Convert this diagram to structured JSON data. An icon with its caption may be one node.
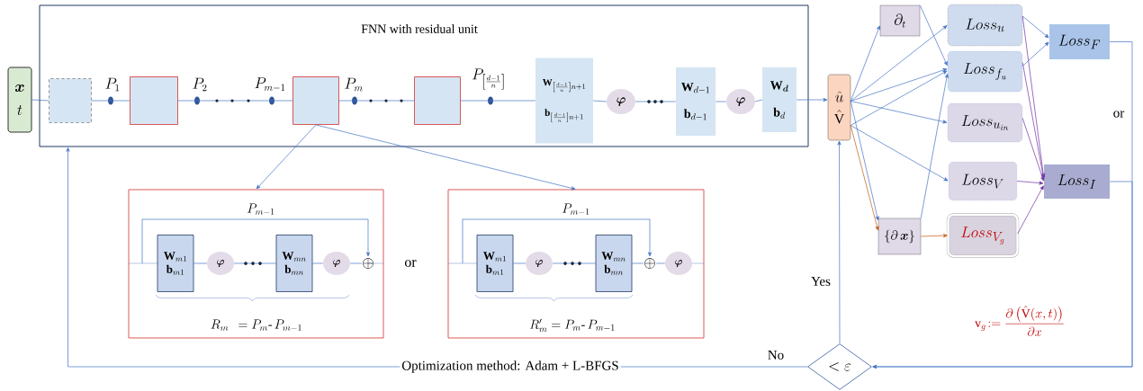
{
  "diagram": {
    "nodes": [
      {
        "text": [
          "\\boldsymbol{x}",
          "t"
        ]
      },
      {
        "text": [
          "FNN with residual unit"
        ]
      },
      {
        "text": [],
        "shape": "box",
        "in": 1
      },
      {
        "text": [],
        "shape": "box",
        "in": 1
      },
      {
        "text": [],
        "shape": "box",
        "in": 1
      },
      {
        "text": [],
        "shape": "box",
        "in": 1
      },
      {
        "text": [
          "\\mathbf{W}_{\\left[\\frac{d-1}{n}\\right]n+1}",
          "\\mathbf{b}_{\\left[\\frac{d-1}{n}\\right]n+1}"
        ],
        "in": 1
      },
      {
        "text": [
          "\\boldsymbol{\\varphi}"
        ],
        "in": 1
      },
      {
        "text": [
          "\\mathbf{W}_{d-1}",
          "\\mathbf{b}_{d-1}"
        ],
        "in": 1
      },
      {
        "text": [
          "\\boldsymbol{\\varphi}"
        ],
        "in": 1
      },
      {
        "text": [
          "\\mathbf{W}_{\\boldsymbol{d}}",
          "\\mathbf{b}_{d}"
        ],
        "in": 1
      },
      {
        "text": [
          "\\hat{u}",
          "\\hat{\\mathrm{V}}"
        ]
      },
      {
        "text": [
          "\\partial_{t}"
        ]
      },
      {
        "text": [
          "Loss_{u}"
        ]
      },
      {
        "text": [
          "Loss_{f_{u}}"
        ]
      },
      {
        "text": [
          "Loss_{u_{in}}"
        ]
      },
      {
        "text": [
          "Loss_{V}"
        ]
      },
      {
        "text": [
          "Loss_{V_{g}}"
        ]
      },
      {
        "text": [
          "\\{\\partial\\,\\boldsymbol{x}\\}"
        ]
      },
      {
        "text": [
          "Loss_{F}"
        ]
      },
      {
        "text": [
          "Loss_{I}"
        ]
      },
      {
        "text": [
          "<\\varepsilon"
        ]
      },
      {
        "text": [],
        "shape": "box"
      },
      {
        "text": [
          "\\mathbf{W}_{m1}",
          "\\mathbf{b}_{m1}"
        ],
        "in": 22
      },
      {
        "text": [
          "\\boldsymbol{\\varphi}"
        ],
        "in": 22
      },
      {
        "text": [
          "\\mathbf{W}_{mn}",
          "\\mathbf{b}_{mn}"
        ],
        "in": 22
      },
      {
        "text": [
          "\\boldsymbol{\\varphi}"
        ],
        "in": 22
      },
      {
        "text": [
          "\\oplus"
        ],
        "in": 22
      },
      {
        "text": [],
        "shape": "box"
      },
      {
        "text": [
          "\\mathbf{W}_{m1}",
          "\\mathbf{b}_{m1}"
        ],
        "in": 28
      },
      {
        "text": [
          "\\boldsymbol{\\varphi}"
        ],
        "in": 28
      },
      {
        "text": [
          "\\mathbf{W}_{mn}",
          "\\mathbf{b}_{mn}"
        ],
        "in": 28
      },
      {
        "text": [
          "\\oplus"
        ],
        "in": 28
      },
      {
        "text": [
          "\\boldsymbol{\\varphi}"
        ],
        "in": 28
      }
    ],
    "edges": [
      {
        "from": 0,
        "to": 2,
        "arrow": "none"
      },
      {
        "from": 2,
        "to": 3,
        "arrow": "none"
      },
      {
        "from": 3,
        "to": 4,
        "arrow": "none"
      },
      {
        "from": 4,
        "to": 5,
        "arrow": "none"
      },
      {
        "from": 5,
        "to": 6,
        "arrow": "none"
      },
      {
        "from": 6,
        "to": 7,
        "arrow": "none"
      },
      {
        "from": 7,
        "to": 8,
        "arrow": "none"
      },
      {
        "from": 8,
        "to": 9,
        "arrow": "none"
      },
      {
        "from": 9,
        "to": 10,
        "arrow": "none"
      },
      {
        "from": 10,
        "to": 11,
        "arrow": "to"
      },
      {
        "from": 4,
        "to": 22,
        "arrow": "to"
      },
      {
        "from": 4,
        "to": 28,
        "arrow": "to"
      },
      {
        "from": 11,
        "to": 12,
        "arrow": "to"
      },
      {
        "from": 11,
        "to": 13,
        "arrow": "to"
      },
      {
        "from": 11,
        "to": 14,
        "arrow": "to"
      },
      {
        "from": 11,
        "to": 14,
        "arrow": "to"
      },
      {
        "from": 12,
        "to": 14,
        "arrow": "to"
      },
      {
        "from": 18,
        "to": 14,
        "arrow": "to"
      },
      {
        "from": 11,
        "to": 15,
        "arrow": "to"
      },
      {
        "from": 11,
        "to": 16,
        "arrow": "to"
      },
      {
        "from": 11,
        "to": 18,
        "arrow": "to"
      },
      {
        "from": 11,
        "to": 18,
        "arrow": "to",
        "color": "#c55a11"
      },
      {
        "from": 18,
        "to": 17,
        "arrow": "to",
        "color": "#c55a11"
      },
      {
        "from": 13,
        "to": 19,
        "arrow": "to"
      },
      {
        "from": 14,
        "to": 19,
        "arrow": "to"
      },
      {
        "from": 13,
        "to": 20,
        "arrow": "to",
        "color": "#7030a0"
      },
      {
        "from": 14,
        "to": 20,
        "arrow": "to",
        "color": "#7030a0"
      },
      {
        "from": 15,
        "to": 20,
        "arrow": "to",
        "color": "#7030a0"
      },
      {
        "from": 16,
        "to": 20,
        "arrow": "to",
        "color": "#7030a0"
      },
      {
        "from": 17,
        "to": 20,
        "arrow": "to",
        "color": "#7030a0"
      },
      {
        "from": 19,
        "to": 21,
        "arrow": "to"
      },
      {
        "from": 20,
        "to": 21,
        "arrow": "to"
      },
      {
        "from": 21,
        "to": 11,
        "arrow": "to"
      },
      {
        "from": 21,
        "to": 1,
        "arrow": "to",
        "label": "Optimization method: Adam + L-BFGS"
      },
      {
        "from": 23,
        "to": 24,
        "arrow": "none"
      },
      {
        "from": 24,
        "to": 25,
        "arrow": "none"
      },
      {
        "from": 25,
        "to": 26,
        "arrow": "none"
      },
      {
        "from": 26,
        "to": 27,
        "arrow": "none"
      },
      {
        "from": null,
        "to": 27,
        "arrow": "to",
        "label": "P_{m-1}"
      },
      {
        "from": 29,
        "to": 30,
        "arrow": "none"
      },
      {
        "from": 30,
        "to": 31,
        "arrow": "none"
      },
      {
        "from": 31,
        "to": 32,
        "arrow": "none"
      },
      {
        "from": 32,
        "to": 33,
        "arrow": "none"
      },
      {
        "from": null,
        "to": 32,
        "arrow": "to",
        "label": "P_{m-1}"
      }
    ],
    "labels": [
      "P_{1}",
      "P_{2}",
      "P_{m-1}",
      "P_{m}",
      "P_{\\left[\\frac{d-1}{n}\\right]}",
      "or",
      "or",
      "R_{m}\\;\\,=P_{m}\\text{-}\\,P_{m-1}",
      "R'_{m}=P_{m}\\text{-}\\,P_{m-1}",
      "Yes",
      "\\mathrm{v}_{g}\\!:=\\frac{\\partial\\left(\\hat{\\mathrm{V}}(x,t)\\right)}{\\partial x}",
      "No"
    ]
  }
}
